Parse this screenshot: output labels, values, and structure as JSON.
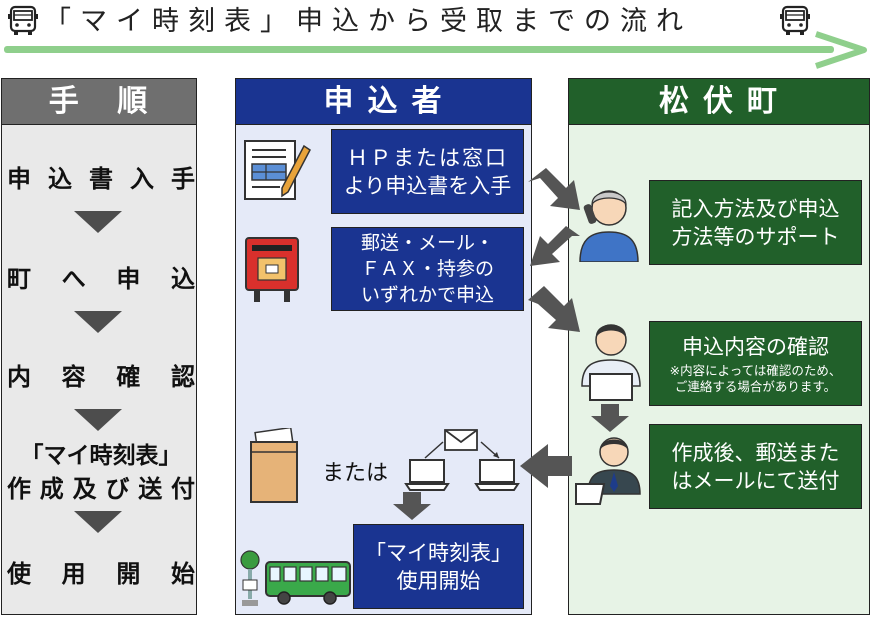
{
  "header": {
    "title": "「マイ時刻表」申込から受取までの流れ"
  },
  "columns": {
    "steps": {
      "title": "手 順"
    },
    "applicant": {
      "title": "申込者"
    },
    "town": {
      "title": "松伏町"
    }
  },
  "steps": [
    {
      "label": "申込書入手"
    },
    {
      "label": "町へ申込"
    },
    {
      "label": "内容確認"
    },
    {
      "label_line1": "「マイ時刻表」",
      "label_line2": "作成及び送付"
    },
    {
      "label": "使用開始"
    }
  ],
  "applicant_boxes": {
    "get_form": {
      "line1": "ＨＰまたは窓口",
      "line2": "より申込書を入手"
    },
    "apply": {
      "line1": "郵送・メール・",
      "line2": "ＦＡＸ・持参の",
      "line3": "いずれかで申込"
    },
    "or_label": "または",
    "start_use": {
      "line1": "「マイ時刻表」",
      "line2": "使用開始"
    }
  },
  "town_boxes": {
    "support": {
      "line1": "記入方法及び申込",
      "line2": "方法等のサポート"
    },
    "confirm": {
      "line1": "申込内容の確認",
      "note1": "※内容によっては確認のため、",
      "note2": "ご連絡する場合があります。"
    },
    "send": {
      "line1": "作成後、郵送また",
      "line2": "はメールにて送付"
    }
  },
  "icons": [
    "bus-icon",
    "document-pen-icon",
    "postbox-icon",
    "envelope-icon",
    "laptop-icon",
    "bus-stop-icon",
    "phone-person-icon",
    "office-worker-icon",
    "support-person-icon"
  ],
  "colors": {
    "blue": "#1a3491",
    "green": "#21602a",
    "gray": "#6f6f6f",
    "arrow": "#555555",
    "timeline": "#8fcf8c"
  }
}
